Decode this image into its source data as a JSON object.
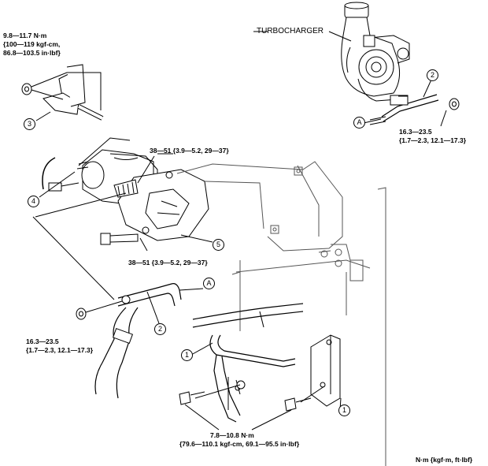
{
  "labels": {
    "turbocharger": "TURBOCHARGER",
    "torque_bracket_top_1": "9.8—11.7 N·m",
    "torque_bracket_top_2": "{100—119 kgf-cm,",
    "torque_bracket_top_3": "86.8—103.5 in·lbf}",
    "torque_turbo_1": "16.3—23.5",
    "torque_turbo_2": "{1.7—2.3, 12.1—17.3}",
    "torque_starter_top": "38—51 {3.9—5.2, 29—37}",
    "torque_starter_bottom": "38—51 {3.9—5.2, 29—37}",
    "torque_pipe_1": "16.3—23.5",
    "torque_pipe_2": "{1.7—2.3, 12.1—17.3}",
    "torque_bolts_1": "7.8—10.8 N·m",
    "torque_bolts_2": "{79.6—110.1 kgf-cm, 69.1—95.5 in·lbf}",
    "units": "N·m {kgf·m, ft·lbf}"
  },
  "callouts": {
    "c1a": "1",
    "c1b": "1",
    "c2a": "2",
    "c2b": "2",
    "c3": "3",
    "c4": "4",
    "c5": "5",
    "refA1": "A",
    "refA2": "A"
  }
}
